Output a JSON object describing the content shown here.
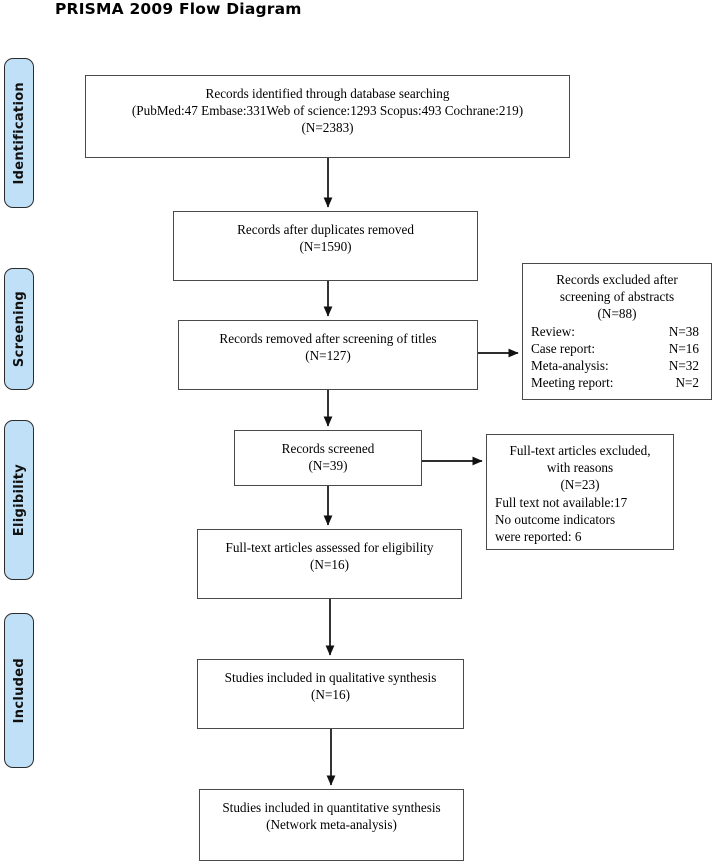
{
  "title": "PRISMA 2009 Flow Diagram",
  "stages": [
    {
      "label": "Identification"
    },
    {
      "label": "Screening"
    },
    {
      "label": "Eligibility"
    },
    {
      "label": "Included"
    }
  ],
  "boxes": {
    "identified": {
      "lines": [
        "Records identified through database searching",
        "(PubMed:47 Embase:331Web of science:1293 Scopus:493 Cochrane:219)",
        "(N=2383)"
      ]
    },
    "after_duplicates": {
      "lines": [
        "Records after duplicates removed",
        "(N=1590)"
      ]
    },
    "removed_titles": {
      "lines": [
        "Records removed after screening of titles",
        "(N=127)"
      ]
    },
    "records_screened": {
      "lines": [
        "Records screened",
        "(N=39)"
      ]
    },
    "fulltext_assessed": {
      "lines": [
        "Full-text articles assessed for eligibility",
        "(N=16)"
      ]
    },
    "qualitative": {
      "lines": [
        "Studies included in qualitative synthesis",
        "(N=16)"
      ]
    },
    "quantitative": {
      "lines": [
        "Studies included in quantitative synthesis",
        "(Network meta-analysis)"
      ]
    },
    "excluded_abstracts": {
      "heading": [
        "Records excluded after",
        "screening of abstracts",
        "(N=88)"
      ],
      "reasons": [
        {
          "label": "Review:",
          "count": "N=38"
        },
        {
          "label": "Case report:",
          "count": "N=16"
        },
        {
          "label": "Meta-analysis:",
          "count": "N=32"
        },
        {
          "label": "Meeting report:",
          "count": "N=2"
        }
      ]
    },
    "excluded_fulltext": {
      "heading": [
        "Full-text articles excluded,",
        "with reasons",
        "(N=23)"
      ],
      "reasons": [
        "Full text not available:17",
        "No outcome indicators",
        "were reported: 6"
      ]
    }
  },
  "colors": {
    "stage_fill": "#bfe0f7",
    "stage_border": "#2b2b2b",
    "box_border": "#4a4a4a",
    "arrow": "#111111",
    "text": "#000000"
  }
}
